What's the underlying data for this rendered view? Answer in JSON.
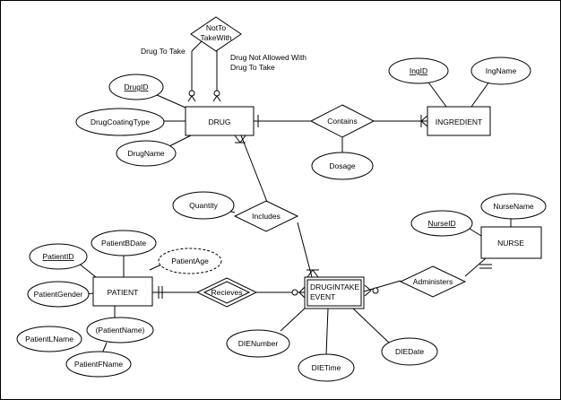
{
  "entities": {
    "drug": "DRUG",
    "ingredient": "INGREDIENT",
    "patient": "PATIENT",
    "nurse": "NURSE",
    "drugintake_1": "DRUGINTAKE",
    "drugintake_2": "EVENT"
  },
  "relationships": {
    "not_to_take_with_1": "NotTo",
    "not_to_take_with_2": "TakeWith",
    "contains": "Contains",
    "includes": "Includes",
    "recieves": "Recieves",
    "administers": "Administers"
  },
  "attributes": {
    "drug_id": "DrugID",
    "drug_coating_type": "DrugCoatingType",
    "drug_name": "DrugName",
    "ing_id": "IngID",
    "ing_name": "IngName",
    "dosage": "Dosage",
    "quantity": "Quantity",
    "nurse_id": "NurseID",
    "nurse_name": "NurseName",
    "patient_id": "PatientID",
    "patient_bdate": "PatientBDate",
    "patient_age": "PatientAge",
    "patient_gender": "PatientGender",
    "patient_name": "(PatientName)",
    "patient_lname": "PatientLName",
    "patient_fname": "PatientFName",
    "die_number": "DIENumber",
    "die_time": "DIETime",
    "die_date": "DIEDate"
  },
  "role_labels": {
    "drug_to_take": "Drug To Take",
    "not_allowed_1": "Drug Not Allowed With",
    "not_allowed_2": "Drug To Take"
  }
}
